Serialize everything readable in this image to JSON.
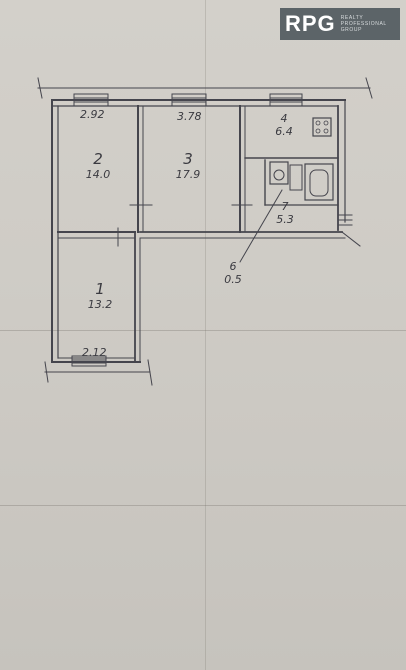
{
  "logo": {
    "mark": "RPG",
    "line1": "REALTY",
    "line2": "PROFESSIONAL",
    "line3": "GROUP"
  },
  "dimensions": {
    "top_left": "2.92",
    "top_middle": "3.78",
    "bottom": "2.12"
  },
  "rooms": [
    {
      "number": "1",
      "area": "13.2"
    },
    {
      "number": "2",
      "area": "14.0"
    },
    {
      "number": "3",
      "area": "17.9"
    },
    {
      "number": "4",
      "area": "6.4"
    },
    {
      "number": "6",
      "area": "0.5"
    },
    {
      "number": "7",
      "area": "5.3"
    }
  ]
}
